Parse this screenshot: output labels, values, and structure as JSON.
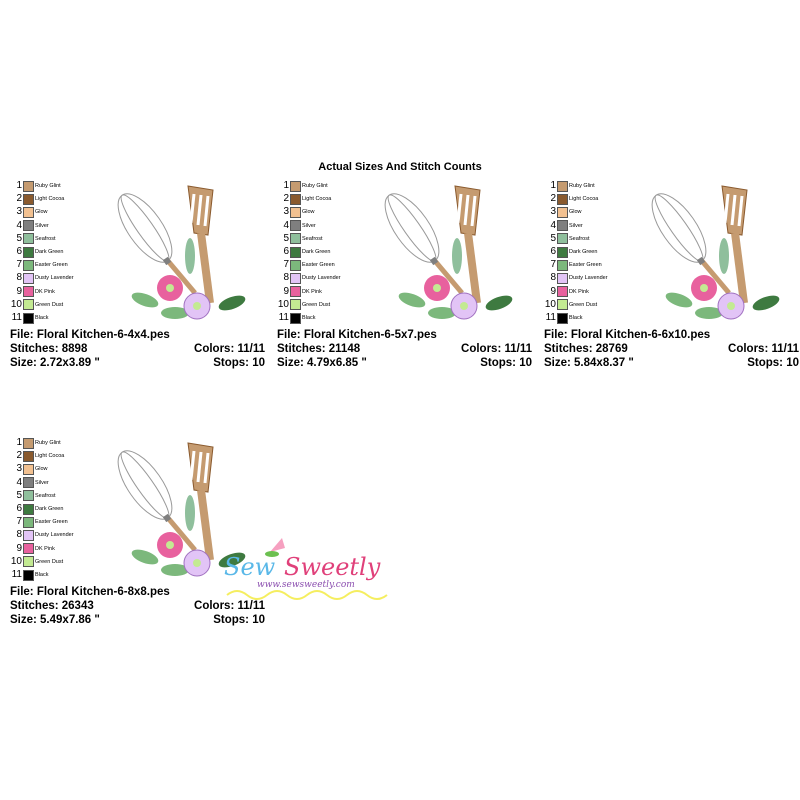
{
  "title": "Actual Sizes And Stitch Counts",
  "colors": [
    {
      "num": "1",
      "name": "Ruby Glint",
      "hex": "#c59b70"
    },
    {
      "num": "2",
      "name": "Light Cocoa",
      "hex": "#8a5a2e"
    },
    {
      "num": "3",
      "name": "Glow",
      "hex": "#f2c191"
    },
    {
      "num": "4",
      "name": "Silver",
      "hex": "#7f7f7f"
    },
    {
      "num": "5",
      "name": "Seafrost",
      "hex": "#8fbf9c"
    },
    {
      "num": "6",
      "name": "Dark Green",
      "hex": "#3e7a40"
    },
    {
      "num": "7",
      "name": "Easter Green",
      "hex": "#7cb87c"
    },
    {
      "num": "8",
      "name": "Dusty Lavender",
      "hex": "#e2c4f6"
    },
    {
      "num": "9",
      "name": "DK Pink",
      "hex": "#e8619e"
    },
    {
      "num": "10",
      "name": "Green Dust",
      "hex": "#c3ea92"
    },
    {
      "num": "11",
      "name": "Black",
      "hex": "#000000"
    }
  ],
  "designs": [
    {
      "file": "File: Floral Kitchen-6-4x4.pes",
      "stitches": "Stitches: 8898",
      "colors": "Colors: 11/11",
      "size": "Size: 2.72x3.89 \"",
      "stops": "Stops: 10"
    },
    {
      "file": "File: Floral Kitchen-6-5x7.pes",
      "stitches": "Stitches: 21148",
      "colors": "Colors: 11/11",
      "size": "Size: 4.79x6.85 \"",
      "stops": "Stops: 10"
    },
    {
      "file": "File: Floral Kitchen-6-6x10.pes",
      "stitches": "Stitches: 28769",
      "colors": "Colors: 11/11",
      "size": "Size: 5.84x8.37 \"",
      "stops": "Stops: 10"
    },
    {
      "file": "File: Floral Kitchen-6-8x8.pes",
      "stitches": "Stitches: 26343",
      "colors": "Colors: 11/11",
      "size": "Size: 5.49x7.86 \"",
      "stops": "Stops: 10"
    }
  ],
  "logo": {
    "brand": "Sew Sweetly",
    "url": "www.sewsweetly.com"
  }
}
